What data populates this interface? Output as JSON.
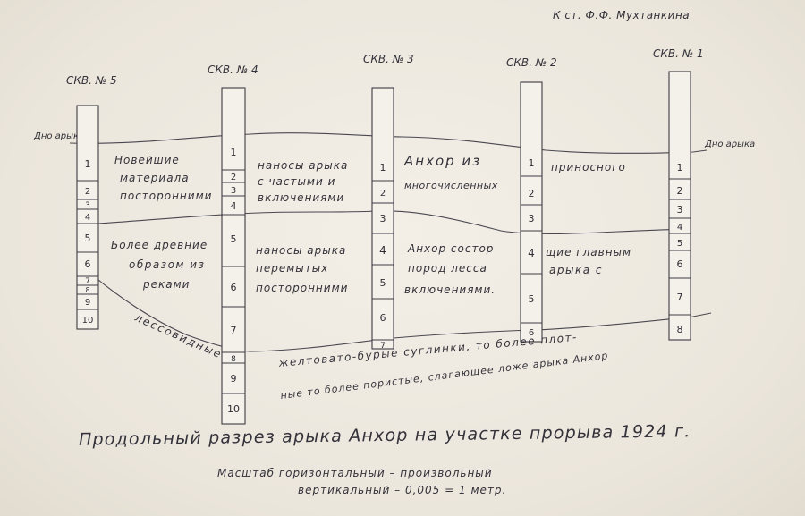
{
  "attribution": "К ст. Ф.Ф. Мухтанкина",
  "title": "Продольный разрез арыка Анхор на участке прорыва 1924 г.",
  "scale": {
    "line1": "Масштаб горизонтальный – произвольный",
    "line2": "вертикальный – 0,005 = 1 метр."
  },
  "bottom_label": "Дно арыка",
  "boreholes": [
    {
      "id": "skv5",
      "label": "СКВ. № 5",
      "layers": [
        "1",
        "2",
        "3",
        "4",
        "5",
        "6",
        "7",
        "8",
        "9",
        "10"
      ]
    },
    {
      "id": "skv4",
      "label": "СКВ. № 4",
      "layers": [
        "1",
        "2",
        "3",
        "4",
        "5",
        "6",
        "7",
        "8",
        "9",
        "10"
      ]
    },
    {
      "id": "skv3",
      "label": "СКВ. № 3",
      "layers": [
        "1",
        "2",
        "3",
        "4",
        "5",
        "6",
        "7"
      ]
    },
    {
      "id": "skv2",
      "label": "СКВ. № 2",
      "layers": [
        "1",
        "2",
        "3",
        "4",
        "5",
        "6"
      ]
    },
    {
      "id": "skv1",
      "label": "СКВ. № 1",
      "layers": [
        "1",
        "2",
        "3",
        "4",
        "5",
        "6",
        "7",
        "8"
      ]
    }
  ],
  "strata": {
    "upper": {
      "col1": [
        "Новейшие",
        "материала",
        "посторонними"
      ],
      "col2": [
        "наносы арыка",
        "с частыми и",
        "включениями"
      ],
      "col3": [
        "Анхор из",
        "многочисленных"
      ],
      "col4": [
        "приносного"
      ]
    },
    "middle": {
      "col1": [
        "Более древние",
        "образом из",
        "реками"
      ],
      "col2": [
        "наносы арыка",
        "перемытых",
        "посторонними"
      ],
      "col3": [
        "Анхор состор",
        "пород лесса",
        "включениями."
      ],
      "col4": [
        "щие главным",
        "арыка с"
      ]
    },
    "lower": {
      "left": "лессовидные",
      "line1": "желтовато-бурые суглинки, то более плот-",
      "line2": "ные то более пористые, слагающее ложе арыка Анхор"
    }
  }
}
